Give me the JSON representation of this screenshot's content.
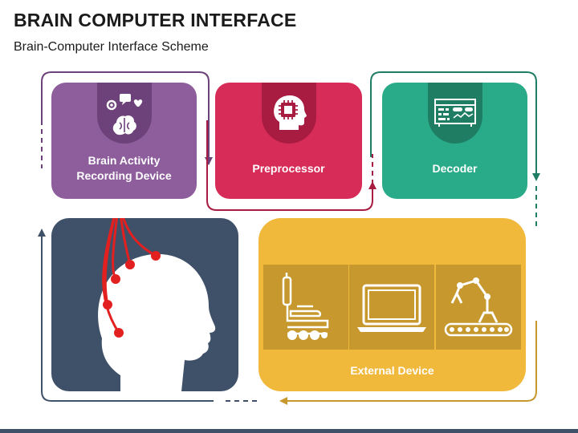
{
  "header": {
    "title": "BRAIN COMPUTER INTERFACE",
    "subtitle": "Brain-Computer Interface Scheme"
  },
  "boxes": {
    "brain": {
      "label": "Brain Activity\nRecording Device",
      "icon": "brain-thinking-icon",
      "color": "#8d5d9c",
      "accent": "#6d4179"
    },
    "preprocessor": {
      "label": "Preprocessor",
      "icon": "head-chip-icon",
      "color": "#d72b58",
      "accent": "#a81c42"
    },
    "decoder": {
      "label": "Decoder",
      "icon": "data-board-icon",
      "color": "#29ab8a",
      "accent": "#1f7d64"
    },
    "head": {
      "icon": "head-with-electrodes-icon",
      "color": "#3f5169",
      "wire_color": "#e32020"
    },
    "external": {
      "label": "External Device",
      "color": "#f0b93c",
      "tile_color": "#c6982d",
      "devices": [
        "wheelchair-icon",
        "laptop-icon",
        "robotic-arm-icon"
      ]
    }
  },
  "flow_colors": {
    "brain_to_pre": "#6d4179",
    "pre_to_dec": "#a81c42",
    "dec_to_ext": "#1f7d64",
    "ext_to_head": "#c6982d",
    "head_to_brain": "#3f5169"
  }
}
